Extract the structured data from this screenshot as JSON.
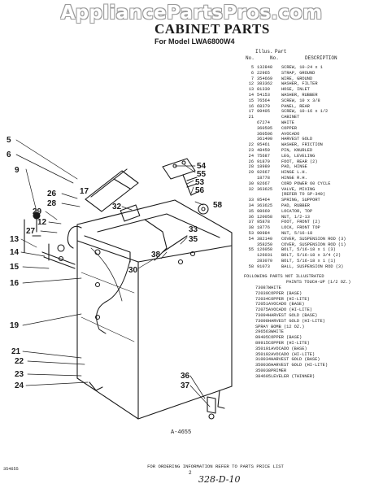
{
  "watermark": "AppliancePartsPros.com",
  "title": "CABINET PARTS",
  "subtitle": "For Model LWA6800W4",
  "columns": {
    "illus_top": "Illus.",
    "part_top": "Part",
    "illus": "No.",
    "part": "No.",
    "description": "DESCRIPTION"
  },
  "parts": [
    {
      "ref": "5",
      "part": "132848",
      "desc": "SCREW, 10-24 x 1"
    },
    {
      "ref": "6",
      "part": "22965",
      "desc": "STRAP, GROUND"
    },
    {
      "ref": "7",
      "part": "354669",
      "desc": "WIRE, GROUND"
    },
    {
      "ref": "12",
      "part": "383362",
      "desc": "WASHER, FILTER"
    },
    {
      "ref": "13",
      "part": "81339",
      "desc": "HOSE, INLET"
    },
    {
      "ref": "14",
      "part": "54153",
      "desc": "WASHER, RUBBER"
    },
    {
      "ref": "15",
      "part": "76564",
      "desc": "SCREW, 10 x 3/8"
    },
    {
      "ref": "16",
      "part": "68379",
      "desc": "PANEL, REAR"
    },
    {
      "ref": "17",
      "part": "99405",
      "desc": "SCREW, 10-16 x 1/2"
    },
    {
      "ref": "21",
      "part": "",
      "desc": "CABINET"
    },
    {
      "ref": "",
      "part": "67274",
      "desc": "WHITE"
    },
    {
      "ref": "",
      "part": "360505",
      "desc": "COPPER"
    },
    {
      "ref": "",
      "part": "360506",
      "desc": "AVOCADO"
    },
    {
      "ref": "",
      "part": "361490",
      "desc": "HARVEST GOLD"
    },
    {
      "ref": "22",
      "part": "95461",
      "desc": "WASHER, FRICTION"
    },
    {
      "ref": "23",
      "part": "48459",
      "desc": "PIN, KNURLED"
    },
    {
      "ref": "24",
      "part": "75687",
      "desc": "LEG, LEVELING"
    },
    {
      "ref": "26",
      "part": "91879",
      "desc": "FOOT, REAR (2)"
    },
    {
      "ref": "28",
      "part": "18989",
      "desc": "PAD, HINGE"
    },
    {
      "ref": "29",
      "part": "92667",
      "desc": "HINGE L.H."
    },
    {
      "ref": "",
      "part": "18778",
      "desc": "HINGE R.H."
    },
    {
      "ref": "30",
      "part": "92667",
      "desc": "CORD POWER 60 CYCLE"
    },
    {
      "ref": "32",
      "part": "363625",
      "desc": "VALVE, MIXING"
    },
    {
      "ref": "",
      "part": "",
      "desc": "(REFER TO SP-340)"
    },
    {
      "ref": "33",
      "part": "95464",
      "desc": "SPRING, SUPPORT"
    },
    {
      "ref": "34",
      "part": "363625",
      "desc": "PAD, RUBBER"
    },
    {
      "ref": "35",
      "part": "98669",
      "desc": "LOCATOR, TOP"
    },
    {
      "ref": "36",
      "part": "120058",
      "desc": "NUT, 1/2-13"
    },
    {
      "ref": "37",
      "part": "95878",
      "desc": "FOOT, FRONT (2)"
    },
    {
      "ref": "38",
      "part": "18776",
      "desc": "LOCK, FRONT TOP"
    },
    {
      "ref": "53",
      "part": "90984",
      "desc": "NUT, 5/16-18"
    },
    {
      "ref": "54",
      "part": "382140",
      "desc": "COVER, SUSPENSION ROD (3)"
    },
    {
      "ref": "",
      "part": "358250",
      "desc": "COVER, SUSPENSION ROD (1)"
    },
    {
      "ref": "55",
      "part": "126058",
      "desc": "BOLT, 5/16-18 x 1 (3)"
    },
    {
      "ref": "",
      "part": "126031",
      "desc": "BOLT, 5/16-18 x 3/4 (2)"
    },
    {
      "ref": "",
      "part": "283070",
      "desc": "BOLT, 5/16-18 x 1 (1)"
    },
    {
      "ref": "58",
      "part": "91073",
      "desc": "BALL, SUSPENSION ROD (3)"
    }
  ],
  "extra_title": "FOLLOWING PARTS NOT ILLUSTRATED",
  "extra_title2": "PAINTS TOUCH-UP (1/2 OZ.)",
  "extra_parts": [
    {
      "part": "73087",
      "desc": "WHITE"
    },
    {
      "part": "72039",
      "desc": "COPPER (BASE)"
    },
    {
      "part": "72034",
      "desc": "COPPER (HI-LITE)"
    },
    {
      "part": "72051",
      "desc": "AVOCADO (BASE)"
    },
    {
      "part": "72075",
      "desc": "AVOCADO (HI-LITE)"
    },
    {
      "part": "73094",
      "desc": "HARVEST GOLD (BASE)"
    },
    {
      "part": "73098",
      "desc": "HARVEST GOLD (HI-LITE)"
    },
    {
      "part": "",
      "desc": "SPRAY BOMB (12 OZ.)"
    },
    {
      "part": "296563",
      "desc": "WHITE"
    },
    {
      "part": "89405",
      "desc": "COPPER (BASE)"
    },
    {
      "part": "89915",
      "desc": "COPPER (HI-LITE)"
    },
    {
      "part": "350191",
      "desc": "AVOCADO (BASE)"
    },
    {
      "part": "350192",
      "desc": "AVOCADO (HI-LITE)"
    },
    {
      "part": "310034",
      "desc": "HARVEST GOLD (BASE)"
    },
    {
      "part": "350036",
      "desc": "HARVEST GOLD (HI-LITE)"
    },
    {
      "part": "350038",
      "desc": "PRIMER"
    },
    {
      "part": "384605",
      "desc": "LEVELER (THINNER)"
    }
  ],
  "callouts": {
    "c5": "5",
    "c6": "6",
    "c9": "9",
    "c26": "26",
    "c28": "28",
    "c29": "29",
    "c12": "12",
    "c27": "27",
    "c13": "13",
    "c14": "14",
    "c15": "15",
    "c16": "16",
    "c17": "17",
    "c19": "19",
    "c21": "21",
    "c22": "22",
    "c23": "23",
    "c24": "24",
    "c54": "54",
    "c55": "55",
    "c53": "53",
    "c56": "56",
    "c58": "58",
    "c32": "32",
    "c33": "33",
    "c30": "30",
    "c36": "36",
    "c37": "37",
    "c38": "38",
    "c35": "35"
  },
  "figure_code": "A-4655",
  "footer": "FOR ORDERING INFORMATION REFER TO PARTS PRICE LIST",
  "page_number": "2",
  "doc_number": "354655",
  "handwritten": "328-D-10"
}
